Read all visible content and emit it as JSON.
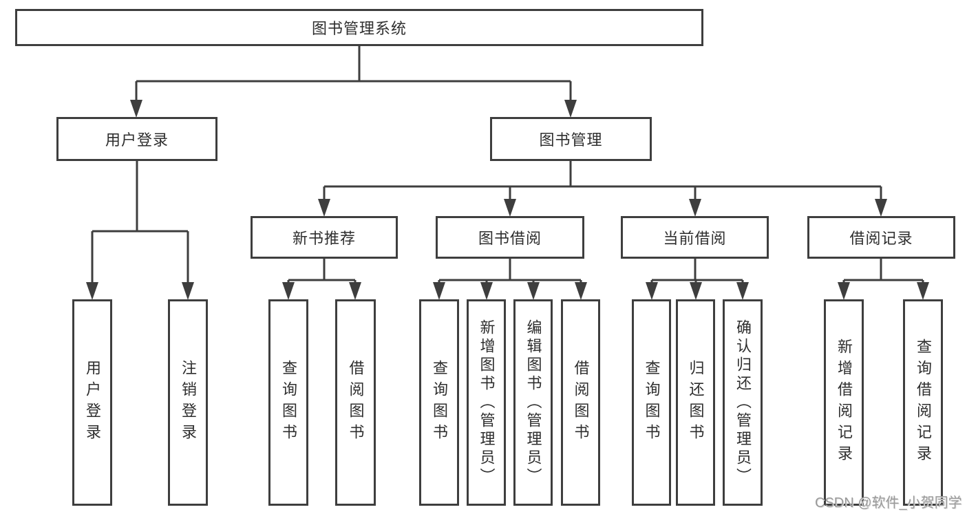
{
  "tree": {
    "root": {
      "label": "图书管理系统",
      "children": [
        {
          "label": "用户登录",
          "children": [
            {
              "label": "用户登录"
            },
            {
              "label": "注销登录"
            }
          ]
        },
        {
          "label": "图书管理",
          "children": [
            {
              "label": "新书推荐",
              "children": [
                {
                  "label": "查询图书"
                },
                {
                  "label": "借阅图书"
                }
              ]
            },
            {
              "label": "图书借阅",
              "children": [
                {
                  "label": "查询图书"
                },
                {
                  "label": "新增图书（管理员）"
                },
                {
                  "label": "编辑图书（管理员）"
                },
                {
                  "label": "借阅图书"
                }
              ]
            },
            {
              "label": "当前借阅",
              "children": [
                {
                  "label": "查询图书"
                },
                {
                  "label": "归还图书"
                },
                {
                  "label": "确认归还（管理员）"
                }
              ]
            },
            {
              "label": "借阅记录",
              "children": [
                {
                  "label": "新增借阅记录"
                },
                {
                  "label": "查询借阅记录"
                }
              ]
            }
          ]
        }
      ]
    }
  },
  "watermark": {
    "text": "CSDN @软件_小贺同学"
  },
  "colors": {
    "line": "#3e3e3e",
    "text": "#2e2e2e",
    "background": "#ffffff",
    "watermark": "#9a9a9a"
  }
}
